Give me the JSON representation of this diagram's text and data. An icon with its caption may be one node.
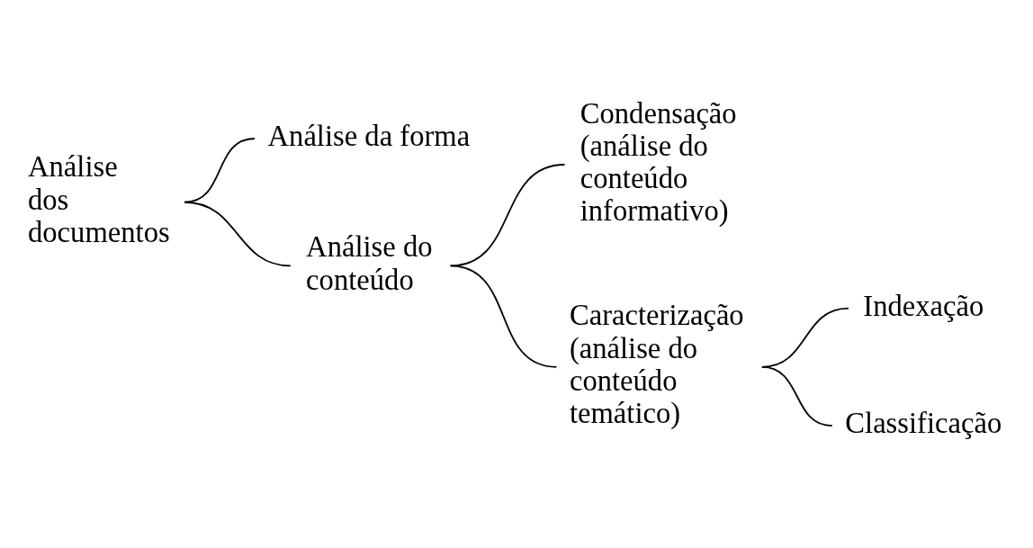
{
  "diagram": {
    "nodes": [
      {
        "text": [
          "Análise dos documentos"
        ]
      },
      {
        "text": [
          "Análise da forma"
        ]
      },
      {
        "text": [
          "Análise do conteúdo"
        ]
      },
      {
        "text": [
          "Condensação (análise do conteúdo informativo)"
        ]
      },
      {
        "text": [
          "Caracterização (análise do conteúdo temático)"
        ]
      },
      {
        "text": [
          "Indexação"
        ]
      },
      {
        "text": [
          "Classificação"
        ]
      }
    ],
    "edges": [
      {
        "from": 0,
        "to": 1,
        "arrow": "none"
      },
      {
        "from": 0,
        "to": 2,
        "arrow": "none"
      },
      {
        "from": 2,
        "to": 3,
        "arrow": "none"
      },
      {
        "from": 2,
        "to": 4,
        "arrow": "none"
      },
      {
        "from": 4,
        "to": 5,
        "arrow": "none"
      },
      {
        "from": 4,
        "to": 6,
        "arrow": "none"
      }
    ]
  }
}
